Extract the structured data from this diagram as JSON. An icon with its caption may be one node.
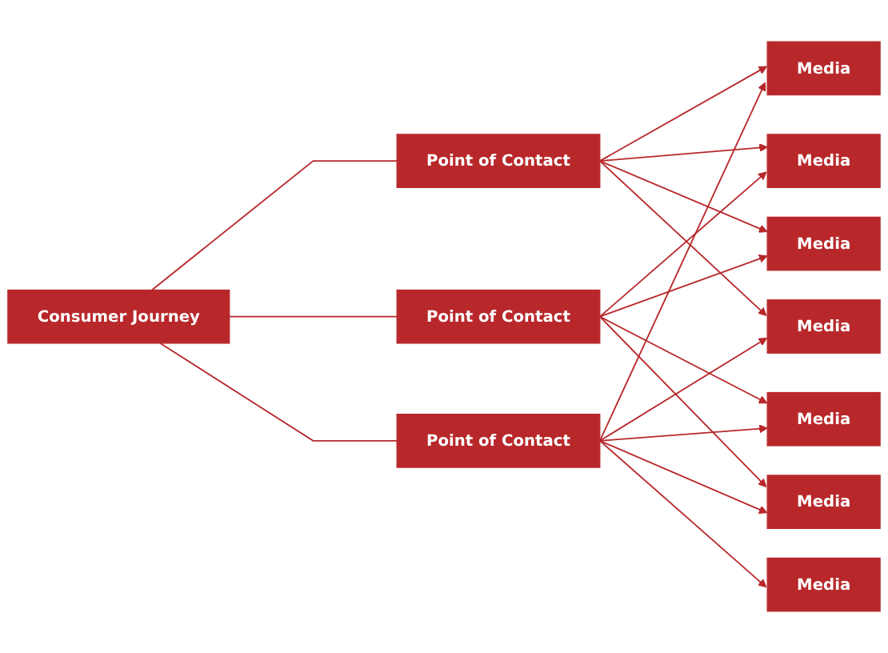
{
  "diagram": {
    "nodes": [
      {
        "text": [
          "Consumer Journey"
        ]
      },
      {
        "text": [
          "Point of Contact"
        ]
      },
      {
        "text": [
          "Point of Contact"
        ]
      },
      {
        "text": [
          "Point of Contact"
        ]
      },
      {
        "text": [
          "Media"
        ]
      },
      {
        "text": [
          "Media"
        ]
      },
      {
        "text": [
          "Media"
        ]
      },
      {
        "text": [
          "Media"
        ]
      },
      {
        "text": [
          "Media"
        ]
      },
      {
        "text": [
          "Media"
        ]
      },
      {
        "text": [
          "Media"
        ]
      }
    ],
    "edges": [
      {
        "from": 0,
        "to": 1,
        "arrow": "none"
      },
      {
        "from": 0,
        "to": 2,
        "arrow": "none"
      },
      {
        "from": 0,
        "to": 3,
        "arrow": "none"
      },
      {
        "from": 1,
        "to": 4,
        "arrow": "to"
      },
      {
        "from": 1,
        "to": 6,
        "arrow": "to"
      },
      {
        "from": 1,
        "to": 9,
        "arrow": "to"
      },
      {
        "from": 1,
        "to": 10,
        "arrow": "to"
      },
      {
        "from": 2,
        "to": 5,
        "arrow": "to"
      },
      {
        "from": 2,
        "to": 6,
        "arrow": "to"
      },
      {
        "from": 2,
        "to": 7,
        "arrow": "to"
      },
      {
        "from": 2,
        "to": 9,
        "arrow": "to"
      },
      {
        "from": 3,
        "to": 4,
        "arrow": "to"
      },
      {
        "from": 3,
        "to": 5,
        "arrow": "to"
      },
      {
        "from": 3,
        "to": 7,
        "arrow": "to"
      },
      {
        "from": 3,
        "to": 8,
        "arrow": "to"
      },
      {
        "from": 3,
        "to": 10,
        "arrow": "to"
      }
    ]
  }
}
